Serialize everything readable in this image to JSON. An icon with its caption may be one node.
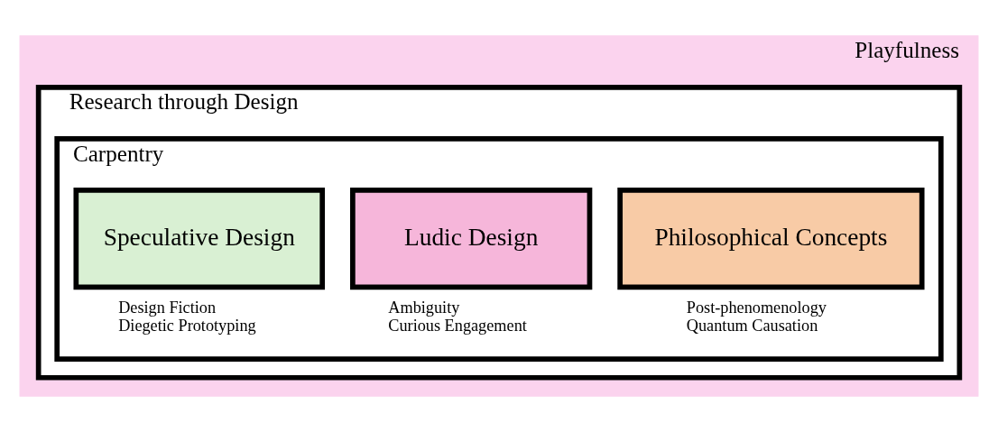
{
  "diagram": {
    "nodes": [
      {
        "text": [
          "Playfulness"
        ]
      },
      {
        "text": [
          "Research through Design"
        ],
        "in": 0
      },
      {
        "text": [
          "Carpentry"
        ],
        "in": 1
      },
      {
        "text": [
          "Philosophical Concepts"
        ],
        "in": 2,
        "beside": [
          "Post-phenomenology",
          "Quantum Causation"
        ]
      },
      {
        "text": [
          "Ludic Design"
        ],
        "in": 2,
        "beside": [
          "Ambiguity",
          "Curious Engagement"
        ]
      },
      {
        "text": [
          "Speculative Design"
        ],
        "in": 2,
        "beside": [
          "Design Fiction",
          "Diegetic Prototyping"
        ]
      }
    ]
  }
}
